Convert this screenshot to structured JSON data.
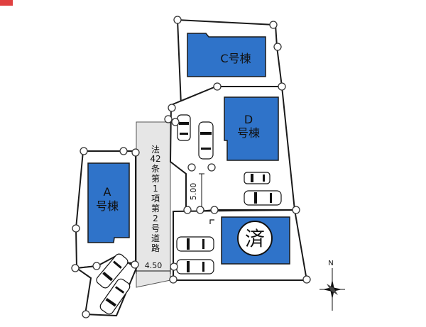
{
  "buildings": {
    "c": {
      "label": "C号棟"
    },
    "d": {
      "label_line1": "D",
      "label_line2": "号棟"
    },
    "a": {
      "label_line1": "A",
      "label_line2": "号棟"
    }
  },
  "sold_badge": {
    "label": "済"
  },
  "road": {
    "label_chars": [
      "法",
      "42",
      "条",
      "第",
      "1",
      "項",
      "第",
      "2",
      "号",
      "道",
      "路"
    ]
  },
  "dimensions": {
    "width": "4.50",
    "length": "5.00"
  },
  "compass": {
    "north_label": "N"
  },
  "colors": {
    "building": "#2f73c9",
    "road": "#e6e6e6",
    "accent": "#e04040"
  }
}
